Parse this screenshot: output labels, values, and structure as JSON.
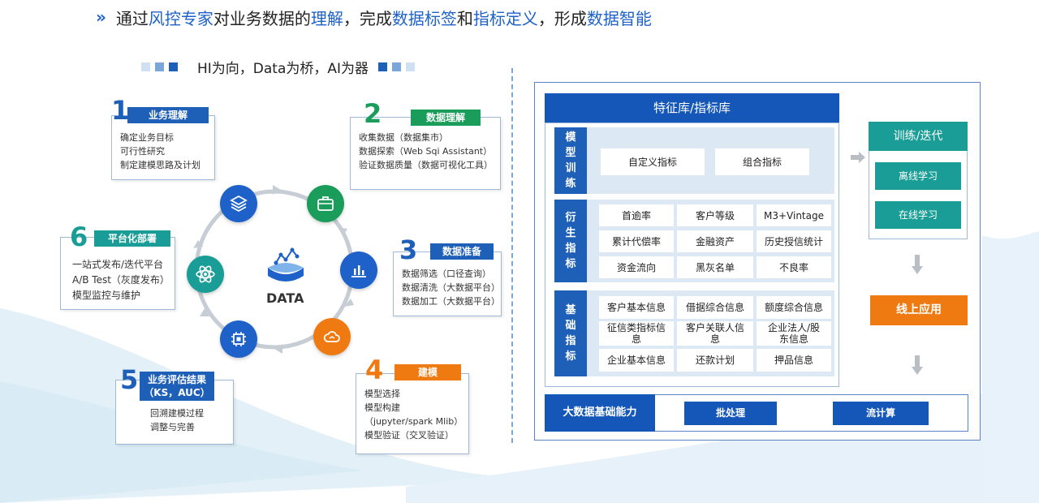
{
  "header": {
    "parts": [
      "通过",
      "风控专家",
      "对业务数据的",
      "理解",
      "，完成",
      "数据标签",
      "和",
      "指标定义",
      "，形成",
      "数据智能"
    ]
  },
  "motto": "HI为向，Data为桥，AI为器",
  "center_label": "DATA",
  "stages": [
    {
      "num": "1",
      "label": "业务理解",
      "items": [
        "确定业务目标",
        "可行性研究",
        "制定建模思路及计划"
      ]
    },
    {
      "num": "2",
      "label": "数据理解",
      "items": [
        "收集数据（数据集市）",
        "数据探索（Web Sqi Assistant）",
        "验证数据质量（数据可视化工具）"
      ]
    },
    {
      "num": "3",
      "label": "数据准备",
      "items": [
        "数据筛选（口径查询）",
        "数据清洗（大数据平台）",
        "数据加工（大数据平台）"
      ]
    },
    {
      "num": "4",
      "label": "建模",
      "items": [
        "模型选择",
        "模型构建",
        "（jupyter/spark Mlib）",
        "模型验证（交叉验证）"
      ]
    },
    {
      "num": "5",
      "label": "业务评估结果\n（KS，AUC）",
      "items": [
        "回溯建模过程",
        "调整与完善"
      ]
    },
    {
      "num": "6",
      "label": "平台化部署",
      "items": [
        "一站式发布/迭代平台",
        "A/B Test（灰度发布）",
        "模型监控与维护"
      ]
    }
  ],
  "colors": {
    "blue": "#1e5fb8",
    "green": "#1a9d5a",
    "teal": "#1a9d96",
    "orange": "#ef7a12",
    "light_blue": "#dde8f5"
  },
  "icons": [
    "layers-icon",
    "briefcase-icon",
    "bar-chart-icon",
    "cloud-icon",
    "chip-icon",
    "atom-icon",
    "data-icon"
  ],
  "feature_store": {
    "title": "特征库/指标库",
    "sections": [
      {
        "label": "模\n型\n训\n练",
        "cells": [
          "自定义指标",
          "组合指标"
        ]
      },
      {
        "label": "衍\n生\n指\n标",
        "cells": [
          "首逾率",
          "客户等级",
          "M3+Vintage",
          "累计代偿率",
          "金融资产",
          "历史授信统计",
          "资金流向",
          "黑灰名单",
          "不良率"
        ]
      },
      {
        "label": "基\n础\n指\n标",
        "cells": [
          "客户基本信息",
          "借据综合信息",
          "额度综合信息",
          "征信类指标信\n息",
          "客户关联人信\n息",
          "企业法人/股\n东信息",
          "企业基本信息",
          "还款计划",
          "押品信息"
        ]
      }
    ]
  },
  "training": {
    "title": "训练/迭代",
    "items": [
      "离线学习",
      "在线学习"
    ]
  },
  "online_app": "线上应用",
  "bigdata": {
    "label": "大数据基础能力",
    "items": [
      "批处理",
      "流计算"
    ]
  }
}
